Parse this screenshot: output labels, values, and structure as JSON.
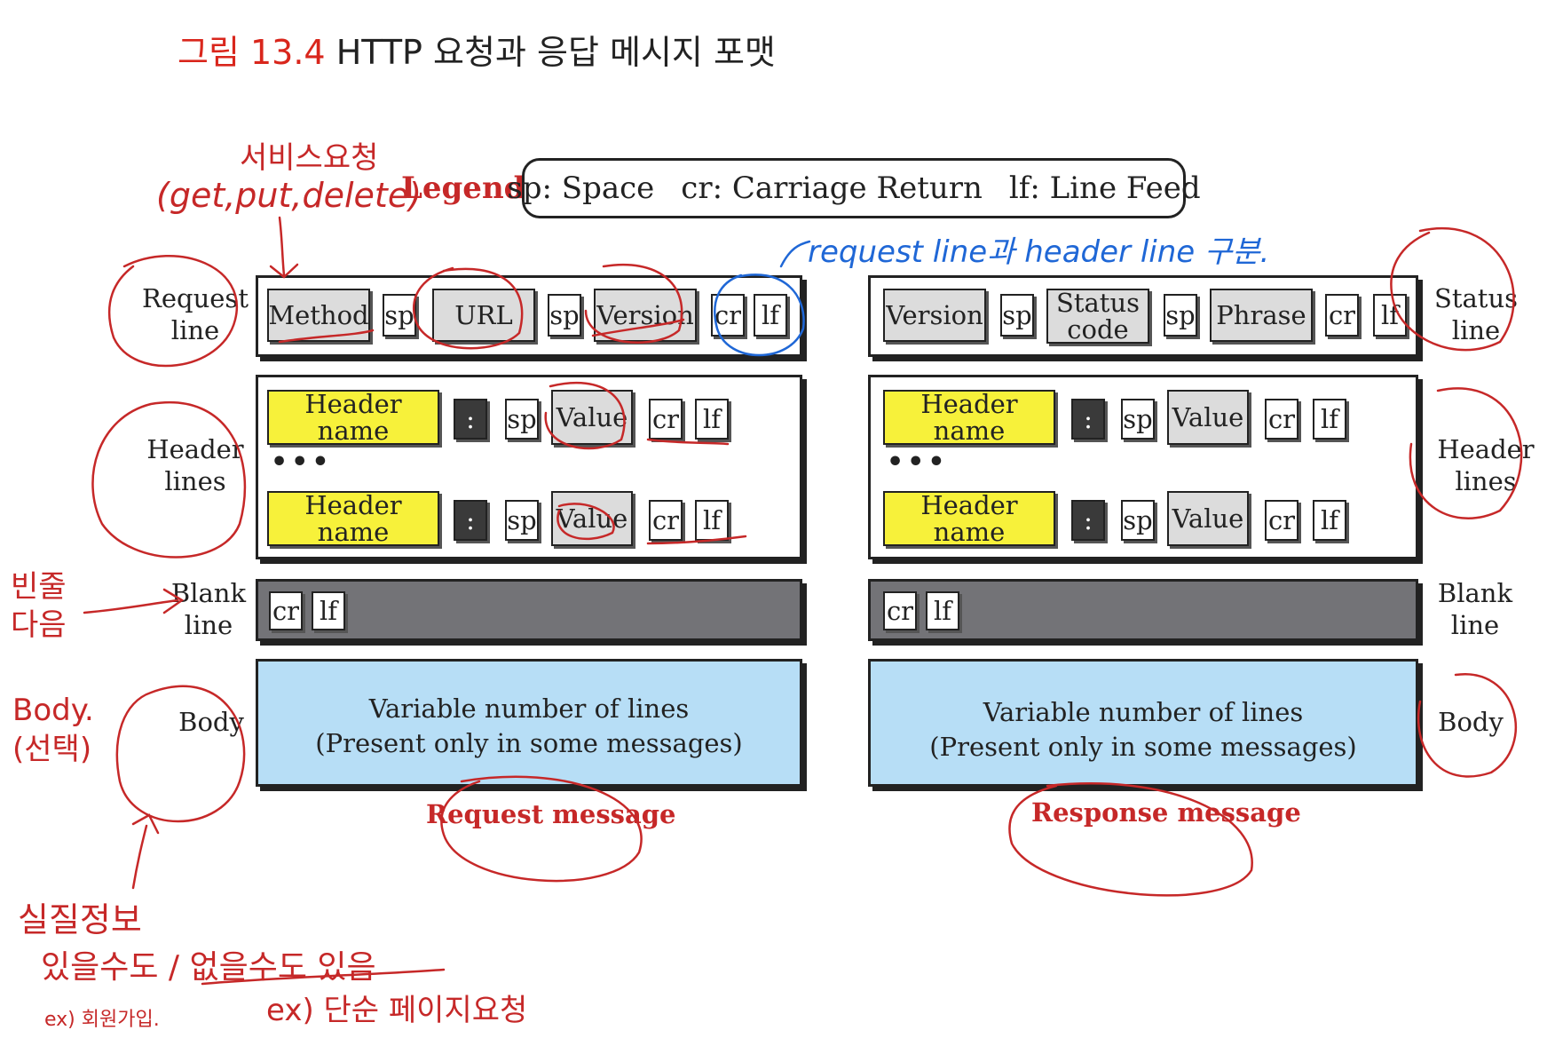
{
  "title": {
    "figure": "그림 13.4",
    "text": "HTTP 요청과 응답 메시지 포맷"
  },
  "legend": {
    "word": "Legend",
    "items": [
      "sp: Space",
      "cr: Carriage Return",
      "lf: Line Feed"
    ]
  },
  "request": {
    "line_fields": [
      "Method",
      "sp",
      "URL",
      "sp",
      "Version",
      "cr",
      "lf"
    ],
    "header_name": "Header name",
    "colon": ":",
    "sp": "sp",
    "value": "Value",
    "cr": "cr",
    "lf": "lf",
    "dots": "•••",
    "labels": {
      "request_line": "Request line",
      "header_lines": "Header lines",
      "blank_line": "Blank line",
      "body": "Body"
    },
    "body_lines": [
      "Variable number of lines",
      "(Present only in some messages)"
    ],
    "caption": "Request message"
  },
  "response": {
    "line_fields": [
      "Version",
      "sp",
      "Status code",
      "sp",
      "Phrase",
      "cr",
      "lf"
    ],
    "labels": {
      "status_line": "Status line",
      "header_lines": "Header lines",
      "blank_line": "Blank line",
      "body": "Body"
    },
    "body_lines": [
      "Variable number of lines",
      "(Present only in some messages)"
    ],
    "caption": "Response message"
  },
  "annotations": {
    "service_request": "서비스요청",
    "methods": "(get,put,delete)",
    "request_header": "request line과 header line 구분.",
    "blank_next": "빈줄 다음",
    "body_opt": "Body. (선택)",
    "real_info": "실질정보",
    "may_or_not": "있을수도 / 없을수도 있음",
    "ex_signup": "ex) 회원가입.",
    "ex_simple": "ex) 단순 페이지요청"
  },
  "colors": {
    "red_ink": "#c62828",
    "blue_ink": "#1f67d6",
    "yellow": "#f7f13a",
    "gray_box": "#dcdcdc",
    "blank_bar": "#737377",
    "body_blue": "#b7def6"
  }
}
